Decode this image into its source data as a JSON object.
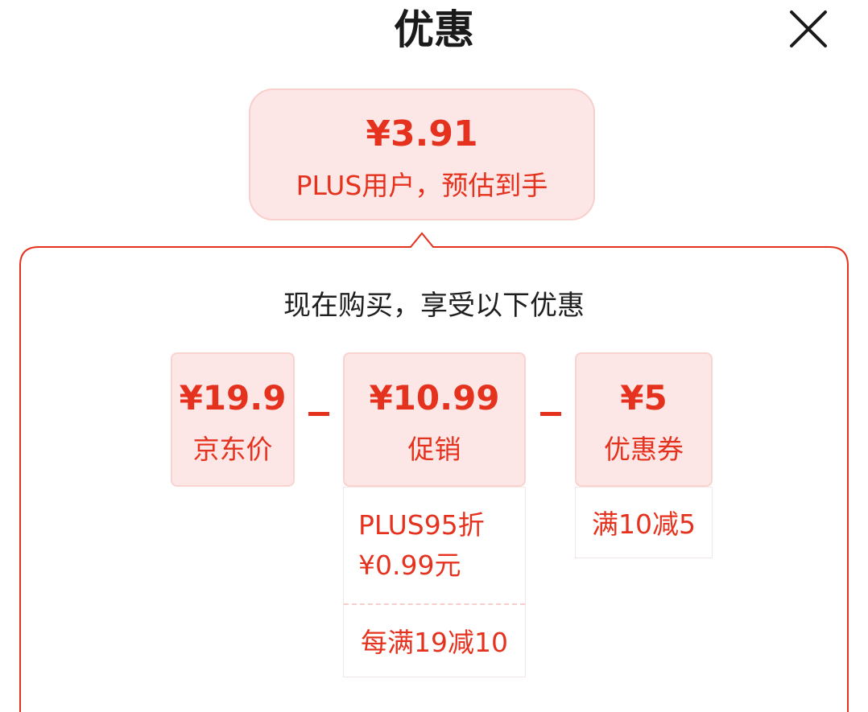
{
  "header": {
    "title": "优惠",
    "close_icon": "close-icon"
  },
  "bubble": {
    "price": "¥3.91",
    "caption": "PLUS用户，预估到手"
  },
  "panel": {
    "heading": "现在购买，享受以下优惠",
    "items": [
      {
        "amount": "¥19.9",
        "label": "京东价"
      },
      {
        "amount": "¥10.99",
        "label": "促销",
        "details": [
          "PLUS95折\n¥0.99元",
          "每满19减10"
        ]
      },
      {
        "amount": "¥5",
        "label": "优惠券",
        "details": [
          "满10减5"
        ]
      }
    ],
    "operator": "−"
  },
  "colors": {
    "accent": "#e5321e",
    "bubble_bg": "#fde7e6",
    "bubble_border": "#f8cfcc",
    "panel_border": "#e5321e"
  }
}
